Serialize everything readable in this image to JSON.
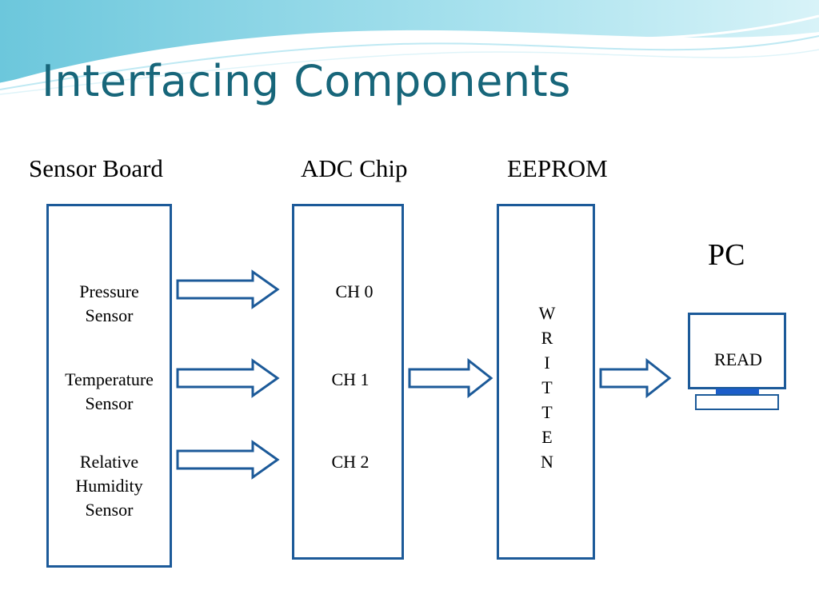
{
  "title": "Interfacing Components",
  "columns": {
    "sensor_board": "Sensor Board",
    "adc_chip": "ADC Chip",
    "eeprom": "EEPROM",
    "pc": "PC"
  },
  "sensors": {
    "pressure": [
      "Pressure",
      "Sensor"
    ],
    "temperature": [
      "Temperature",
      "Sensor"
    ],
    "humidity": [
      "Relative",
      "Humidity",
      "Sensor"
    ]
  },
  "channels": [
    "CH 0",
    "CH 1",
    "CH 2"
  ],
  "eeprom_text": [
    "W",
    "R",
    "I",
    "T",
    "T",
    "E",
    "N"
  ],
  "pc_text": "READ",
  "colors": {
    "title": "#17667a",
    "box_border": "#1c5a99",
    "monitor_stand": "#1c5ec9"
  }
}
